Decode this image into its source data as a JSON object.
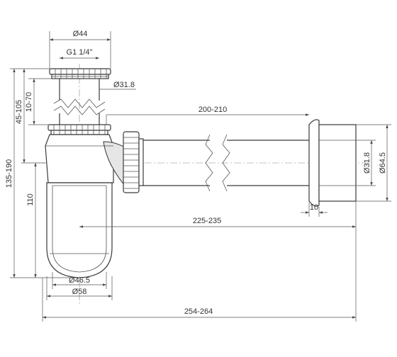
{
  "drawing": {
    "dimensions": {
      "top_diameter": "Ø44",
      "thread": "G1 1/4\"",
      "inlet_tube_diameter": "Ø31.8",
      "pipe_length": "200-210",
      "outlet_pipe_diameter": "Ø31.8",
      "wall_flange_diameter": "Ø64.5",
      "flange_thickness": "10",
      "trap_to_pipe_end": "225-235",
      "overall_length": "254-264",
      "cup_inner_diameter": "Ø46.5",
      "cup_outer_diameter": "Ø58",
      "total_height": "135-190",
      "upper_height": "45-105",
      "tube_adjust": "10-70",
      "cup_height": "110"
    }
  }
}
